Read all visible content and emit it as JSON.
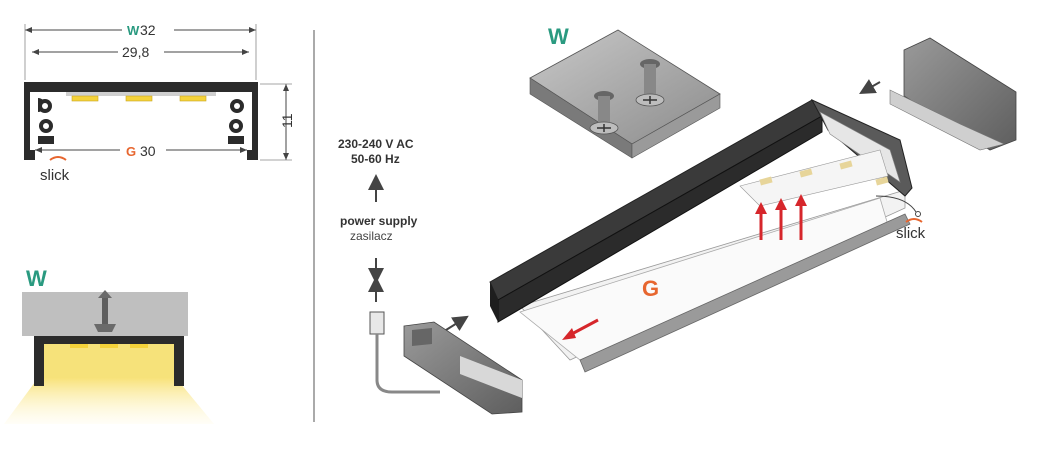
{
  "cross_section": {
    "width_label": "W",
    "width_value": "32",
    "inner_width": "29,8",
    "height_value": "11",
    "base_label": "G",
    "base_value": "30",
    "brand": "slick"
  },
  "mounting_detail": {
    "label": "W"
  },
  "assembly": {
    "mount_label": "W",
    "cover_label": "G",
    "brand": "slick",
    "voltage_line1": "230-240 V AC",
    "voltage_line2": "50-60 Hz",
    "supply_label": "power supply",
    "supply_label_pl": "zasilacz"
  },
  "colors": {
    "accent_green": "#2a9a80",
    "accent_orange": "#e7662f",
    "arrow_red": "#d6262b",
    "profile_dark": "#2b2b2b",
    "led_yellow": "#f4d23a",
    "endcap_gray": "#7a7a7a"
  }
}
